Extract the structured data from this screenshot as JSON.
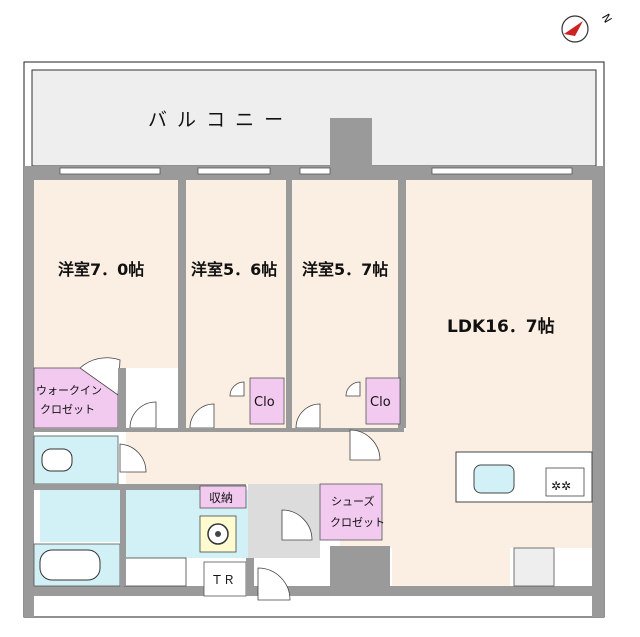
{
  "compass": {
    "north_label": "N",
    "icon": "compass-arrow-icon"
  },
  "rooms": {
    "balcony": "バ ル コ ニ ー",
    "bedroom1": "洋室7．0帖",
    "bedroom2": "洋室5．6帖",
    "bedroom3": "洋室5．7帖",
    "ldk": "LDK16．7帖",
    "walkin_line1": "ウォークイン",
    "walkin_line2": "クロゼット",
    "clo1": "Clo",
    "clo2": "Clo",
    "storage": "収納",
    "shoes_line1": "シューズ",
    "shoes_line2": "クロゼット",
    "tr": "ＴＲ"
  },
  "colors": {
    "wall": "#9a9a9a",
    "room_floor": "#fbeee2",
    "wet_area": "#d2f1f6",
    "closet": "#f2c9ef",
    "balcony": "#eeeeee",
    "hall": "#ffffff"
  }
}
